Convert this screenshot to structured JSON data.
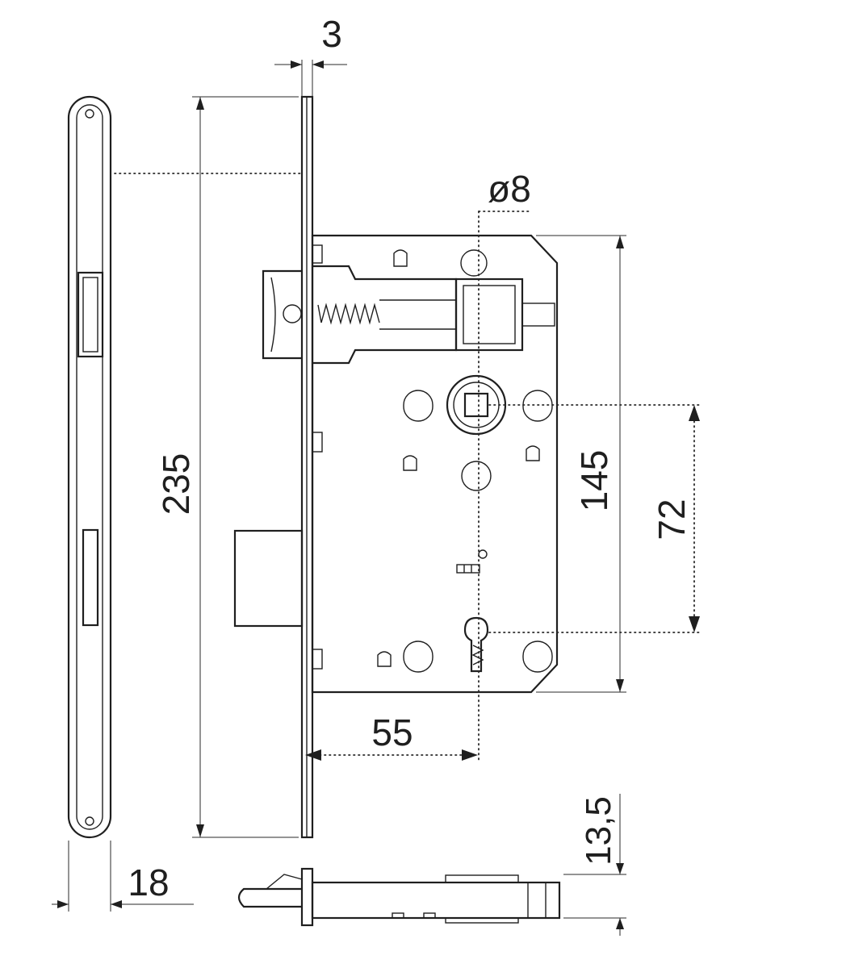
{
  "dimensions": {
    "faceplate_thickness": "3",
    "faceplate_height": "235",
    "follower_diameter": "ø8",
    "case_height": "145",
    "center_distance": "72",
    "backset": "55",
    "faceplate_width": "18",
    "bolt_depth": "13,5"
  }
}
